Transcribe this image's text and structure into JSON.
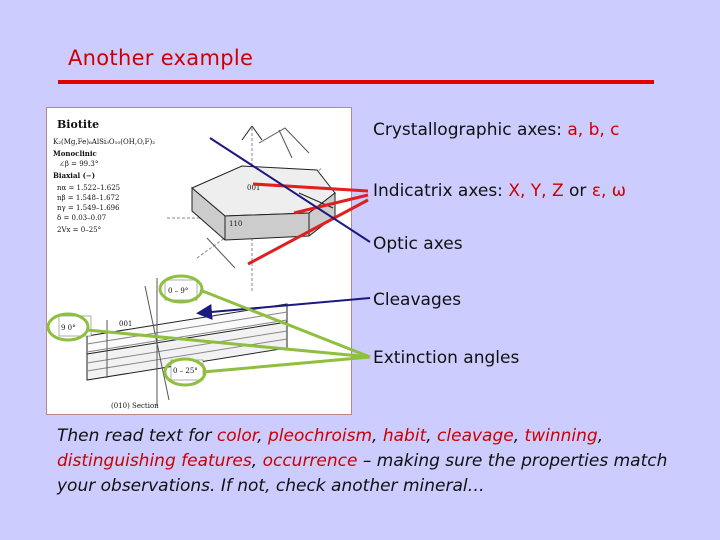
{
  "title": "Another example",
  "labels": {
    "crystallographic": {
      "prefix": "Crystallographic axes: ",
      "axes": "a, b, c"
    },
    "indicatrix": {
      "prefix": "Indicatrix axes: ",
      "axes": "X, Y, Z",
      "or": " or ",
      "greek": "ε, ω"
    },
    "optic": "Optic axes",
    "cleavages": "Cleavages",
    "extinction": "Extinction angles"
  },
  "body": {
    "p1": "Then read text for ",
    "color": "color",
    "s1": ", ",
    "pleochroism": "pleochroism",
    "s2": ",  ",
    "habit": "habit",
    "s3": ", ",
    "cleavage": "cleavage",
    "s4": ", ",
    "twinning": "twinning",
    "s5": ",",
    "distinguishing": "distinguishing features",
    "s6": ", ",
    "occurrence": "occurrence",
    "p2": " – making sure the properties match your observations. If not, check another mineral…"
  },
  "figure": {
    "mineral": "Biotite",
    "formula": "K₂(Mg,Fe)₆AlSi₃O₁₀(OH,O,F)₂",
    "system": "Monoclinic",
    "beta": "∠β = 99.3°",
    "biaxial": "Biaxial (−)",
    "n_alpha": "nα = 1.522–1.625",
    "n_beta": "nβ = 1.548–1.672",
    "n_gamma": "nγ = 1.549–1.696",
    "delta": "δ = 0.03–0.07",
    "two_v": "2Vx = 0–25°",
    "angle1": "0 – 9°",
    "angle2": "9  0°",
    "angle3": "0 – 25°",
    "face1": "001",
    "face2": "110",
    "face3": "001",
    "section": "(010) Section"
  },
  "colors": {
    "background": "#ccccff",
    "accent_red": "#cc0000",
    "arrow_red": "#e02020",
    "arrow_navy": "#1a1a80",
    "arrow_green": "#8fbf3f"
  }
}
